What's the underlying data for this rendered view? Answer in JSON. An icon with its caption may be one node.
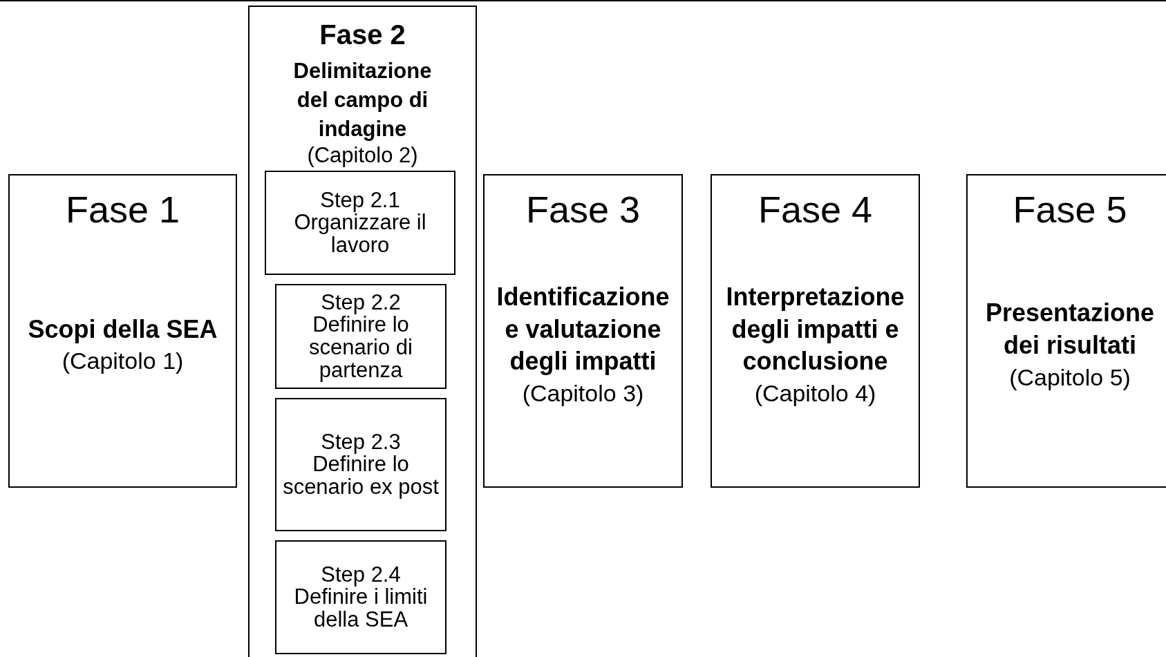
{
  "diagram": {
    "nodes": [
      {
        "text": [
          "Fase 1",
          "Scopi della SEA",
          "(Capitolo 1)"
        ]
      },
      {
        "text": [
          "Fase 2",
          "Delimitazione del campo di indagine",
          "(Capitolo 2)"
        ]
      },
      {
        "text": [
          "Step 2.1",
          "Organizzare il lavoro"
        ],
        "in": 1
      },
      {
        "text": [
          "Step 2.2",
          "Definire lo scenario di partenza"
        ],
        "in": 1
      },
      {
        "text": [
          "Step 2.3",
          "Definire lo scenario ex post"
        ],
        "in": 1
      },
      {
        "text": [
          "Step 2.4",
          "Definire i limiti della SEA"
        ],
        "in": 1
      },
      {
        "text": [
          "Fase 3",
          "Identificazione e valutazione degli impatti",
          "(Capitolo 3)"
        ]
      },
      {
        "text": [
          "Fase 4",
          "Interpretazione degli impatti e conclusione",
          "(Capitolo 4)"
        ]
      },
      {
        "text": [
          "Fase 5",
          "Presentazione dei risultati",
          "(Capitolo 5)"
        ]
      }
    ]
  }
}
